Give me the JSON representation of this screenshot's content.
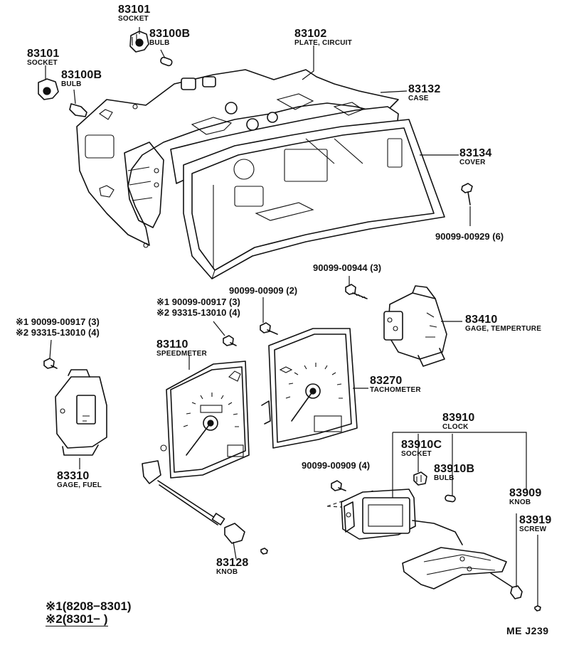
{
  "callouts": {
    "socket_top": {
      "num": "83101",
      "sub": "SOCKET"
    },
    "bulb_top": {
      "num": "83100B",
      "sub": "BULB"
    },
    "socket_left": {
      "num": "83101",
      "sub": "SOCKET"
    },
    "bulb_left": {
      "num": "83100B",
      "sub": "BULB"
    },
    "plate": {
      "num": "83102",
      "sub": "PLATE, CIRCUIT"
    },
    "case": {
      "num": "83132",
      "sub": "CASE"
    },
    "cover": {
      "num": "83134",
      "sub": "COVER"
    },
    "screw_cover": {
      "num": "90099-00929 (6)"
    },
    "screw_944": {
      "num": "90099-00944 (3)"
    },
    "screw_909a": {
      "num": "90099-00909 (2)"
    },
    "speedo_screws": {
      "line1": "※1 90099-00917 (3)",
      "line2": "※2 93315-13010 (4)"
    },
    "fuel_screws": {
      "line1": "※1 90099-00917 (3)",
      "line2": "※2 93315-13010 (4)"
    },
    "temp_gage": {
      "num": "83410",
      "sub": "GAGE, TEMPERTURE"
    },
    "speedometer": {
      "num": "83110",
      "sub": "SPEEDMETER"
    },
    "tachometer": {
      "num": "83270",
      "sub": "TACHOMETER"
    },
    "fuel_gage": {
      "num": "83310",
      "sub": "GAGE, FUEL"
    },
    "clock": {
      "num": "83910",
      "sub": "CLOCK"
    },
    "clock_socket": {
      "num": "83910C",
      "sub": "SOCKET"
    },
    "clock_bulb": {
      "num": "83910B",
      "sub": "BULB"
    },
    "screw_909b": {
      "num": "90099-00909 (4)"
    },
    "knob_clock": {
      "num": "83909",
      "sub": "KNOB"
    },
    "screw_clock": {
      "num": "83919",
      "sub": "SCREW"
    },
    "knob_speedo": {
      "num": "83128",
      "sub": "KNOB"
    }
  },
  "legend": {
    "row1": "※1(8208−8301)",
    "row2": "※2(8301−        )"
  },
  "figure_id": "ME J239"
}
